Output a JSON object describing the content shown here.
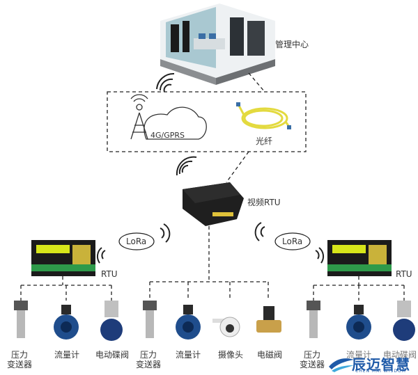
{
  "labels": {
    "control_center": "管理中心",
    "network_4g": "4G/GPRS",
    "fiber": "光纤",
    "video_rtu": "视频RTU",
    "lora_left": "LoRa",
    "lora_right": "LoRa",
    "rtu_left": "RTU",
    "rtu_right": "RTU"
  },
  "devices": {
    "left": [
      "压力\n变送器",
      "流量计",
      "电动碟阀"
    ],
    "middle": [
      "压力\n变送器",
      "流量计",
      "摄像头",
      "电磁阀"
    ],
    "right": [
      "压力\n变送器",
      "流量计",
      "电动碟阀"
    ]
  },
  "brand": {
    "name": "辰迈智慧",
    "english": "CHEN MAI WISDOM"
  },
  "colors": {
    "line": "#222222",
    "rtu_body": "#1b1b1b",
    "rtu_screen": "#d7e61a",
    "rtu_terminal": "#2e9a4a",
    "fiber": "#e8e04a",
    "brand": "#1f5aa8"
  }
}
